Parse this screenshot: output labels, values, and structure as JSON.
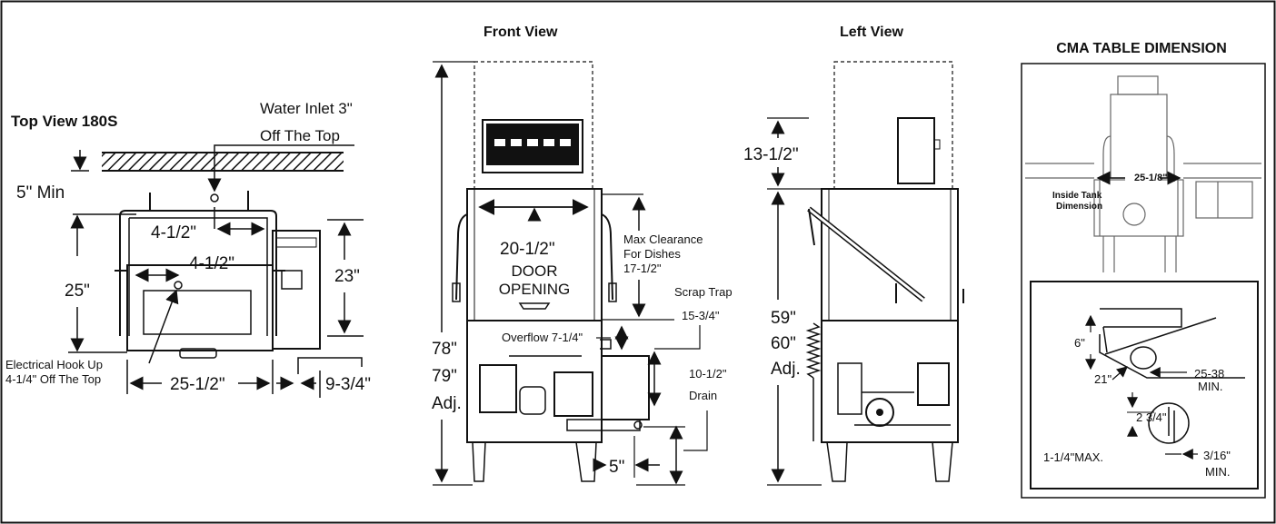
{
  "top_view": {
    "title": "Top View  180S",
    "water_inlet_line1": "Water Inlet 3\"",
    "water_inlet_line2": "Off The Top",
    "min_clearance": "5\" Min",
    "inlet_offset": "4-1/2\"",
    "hookup_offset": "4-1/2\"",
    "depth": "25\"",
    "side_depth": "23\"",
    "width": "25-1/2\"",
    "side_width": "9-3/4\"",
    "electrical_line1": "Electrical Hook Up",
    "electrical_line2": "4-1/4\" Off The Top"
  },
  "front_view": {
    "title": "Front View",
    "door_width": "20-1/2\"",
    "door_line1": "DOOR",
    "door_line2": "OPENING",
    "clearance_line1": "Max Clearance",
    "clearance_line2": "For Dishes",
    "clearance_line3": "17-1/2\"",
    "scrap_line1": "Scrap Trap",
    "scrap_line2": "15-3/4\"",
    "overflow": "Overflow 7-1/4\"",
    "drain_line1": "10-1/2\"",
    "drain_line2": "Drain",
    "height_line1": "78\"",
    "height_line2": "79\"",
    "height_line3": "Adj.",
    "leg_offset": "5\""
  },
  "left_view": {
    "title": "Left View",
    "top_height": "13-1/2\"",
    "height_line1": "59\"",
    "height_line2": "60\"",
    "height_line3": "Adj."
  },
  "cma_table": {
    "title": "CMA TABLE DIMENSION",
    "tank_width": "25-1/8\"",
    "inside_line1": "Inside Tank",
    "inside_line2": "Dimension",
    "lip_height": "6\"",
    "table_depth": "21\"",
    "table_min_line1": "25-38",
    "table_min_line2": "MIN.",
    "channel_depth": "2 3/4\"",
    "max_gap": "1-1/4\"MAX.",
    "min_gap_line1": "3/16\"",
    "min_gap_line2": "MIN."
  }
}
